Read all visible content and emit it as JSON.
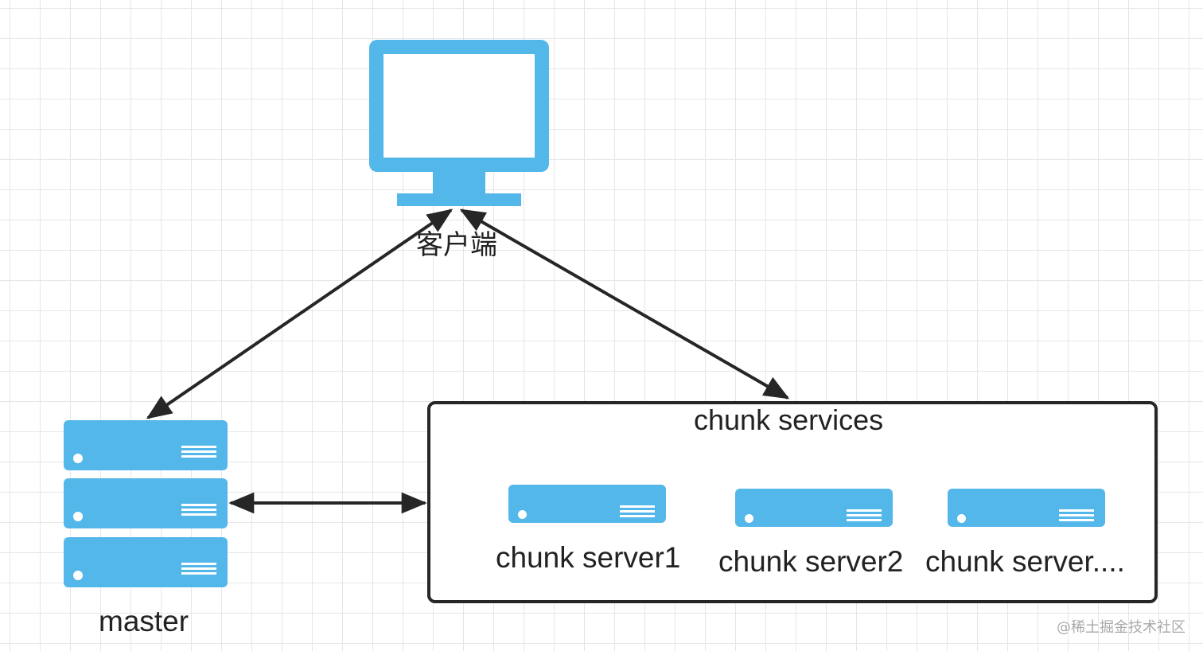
{
  "nodes": {
    "client": {
      "label": "客户端"
    },
    "master": {
      "label": "master"
    },
    "chunk_cluster": {
      "title": "chunk services",
      "servers": [
        {
          "label": "chunk server1"
        },
        {
          "label": "chunk server2"
        },
        {
          "label": "chunk server...."
        }
      ]
    }
  },
  "edges": [
    {
      "from": "client",
      "to": "master",
      "direction": "bidirectional"
    },
    {
      "from": "client",
      "to": "chunk_cluster",
      "direction": "bidirectional"
    },
    {
      "from": "master",
      "to": "chunk_cluster",
      "direction": "bidirectional"
    }
  ],
  "colors": {
    "device_blue": "#54b7ea",
    "line_dark": "#262626",
    "grid": "#e6e6e6"
  },
  "watermark": "@稀土掘金技术社区"
}
